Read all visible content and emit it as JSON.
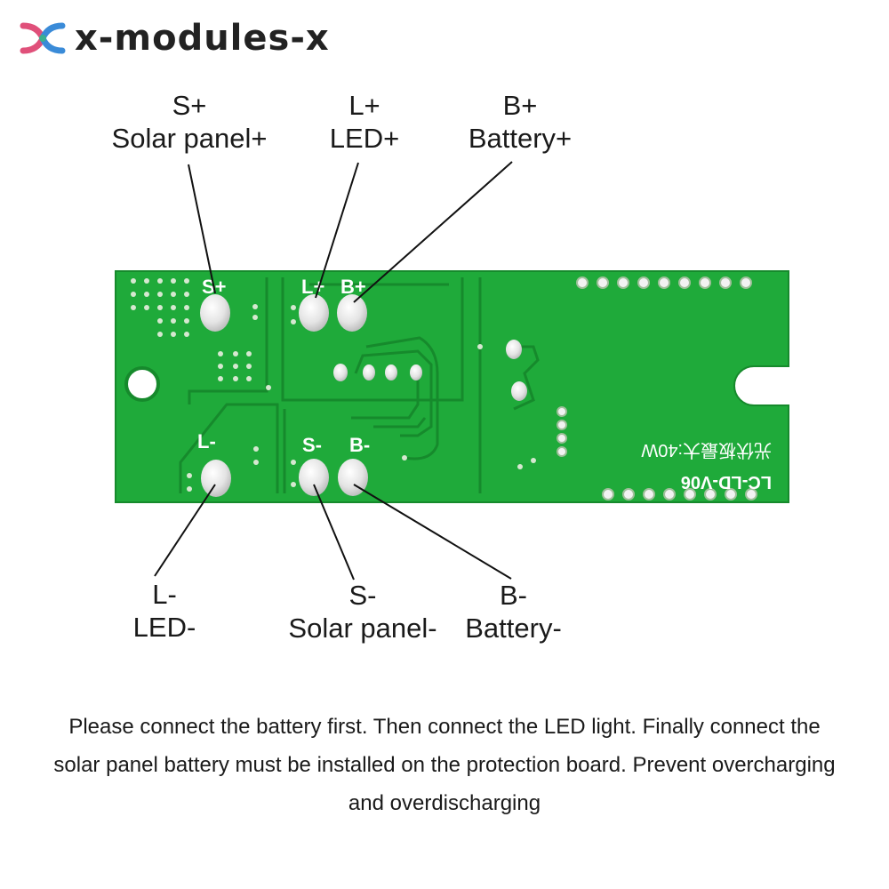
{
  "brand": {
    "name": "x-modules-x",
    "logo_colors": [
      "#e0507a",
      "#3a8bd8",
      "#3bb08f"
    ]
  },
  "board": {
    "color": "#1faa3a",
    "silkscreen": {
      "s_plus": "S+",
      "l_plus": "L+",
      "b_plus": "B+",
      "l_minus": "L-",
      "s_minus": "S-",
      "b_minus": "B-",
      "power_note": "光伏板最大:40W",
      "model": "LC-LD-V06"
    }
  },
  "callouts": {
    "s_plus": {
      "code": "S+",
      "name": "Solar panel+"
    },
    "l_plus": {
      "code": "L+",
      "name": "LED+"
    },
    "b_plus": {
      "code": "B+",
      "name": "Battery+"
    },
    "l_minus": {
      "code": "L-",
      "name": "LED-"
    },
    "s_minus": {
      "code": "S-",
      "name": "Solar panel-"
    },
    "b_minus": {
      "code": "B-",
      "name": "Battery-"
    }
  },
  "instructions": "Please connect the battery first. Then connect the LED light. Finally connect the solar panel battery must be installed on the protection board. Prevent overcharging and overdischarging"
}
